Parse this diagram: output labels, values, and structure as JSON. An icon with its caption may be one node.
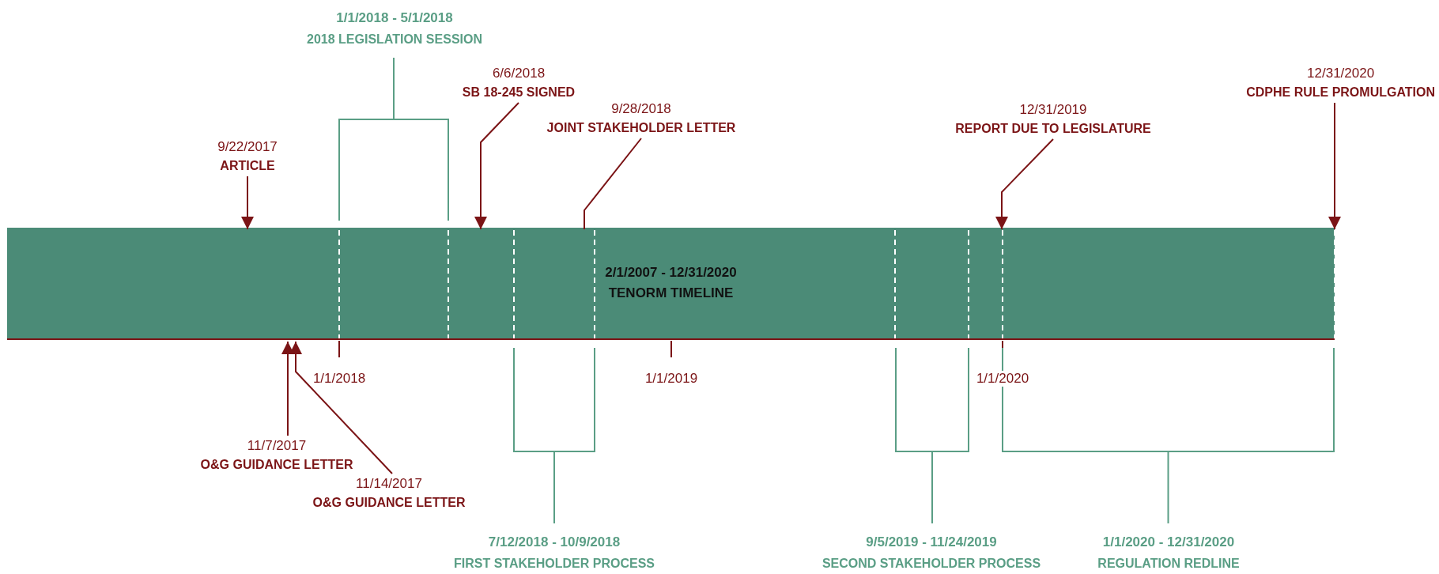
{
  "diagram": {
    "nodes": [
      {
        "text": [
          "2/1/2007 - 12/31/2020",
          "TENORM TIMELINE"
        ]
      },
      {
        "text": [
          "9/22/2017",
          "ARTICLE"
        ]
      },
      {
        "text": [
          "6/6/2018",
          "SB 18-245 SIGNED"
        ]
      },
      {
        "text": [
          "9/28/2018",
          "JOINT STAKEHOLDER LETTER"
        ]
      },
      {
        "text": [
          "12/31/2019",
          "REPORT DUE TO LEGISLATURE"
        ]
      },
      {
        "text": [
          "12/31/2020",
          "CDPHE RULE PROMULGATION"
        ]
      },
      {
        "text": [
          "11/7/2017",
          "O&G GUIDANCE LETTER"
        ]
      },
      {
        "text": [
          "11/14/2017",
          "O&G GUIDANCE LETTER"
        ]
      }
    ],
    "edges": [
      {
        "from": 1,
        "to": 0,
        "arrow": "to"
      },
      {
        "from": 2,
        "to": 0,
        "arrow": "to"
      },
      {
        "from": 3,
        "to": 0,
        "arrow": "none"
      },
      {
        "from": 4,
        "to": 0,
        "arrow": "to"
      },
      {
        "from": 5,
        "to": 0,
        "arrow": "to"
      },
      {
        "from": 6,
        "to": 0,
        "arrow": "to"
      },
      {
        "from": 7,
        "to": 0,
        "arrow": "to"
      }
    ],
    "labels": [
      "1/1/2018 - 5/1/2018",
      "2018 LEGISLATION SESSION",
      "1/1/2018",
      "1/1/2019",
      "1/1/2020",
      "7/12/2018 - 10/9/2018",
      "FIRST STAKEHOLDER PROCESS",
      "9/5/2019 - 11/24/2019",
      "SECOND STAKEHOLDER PROCESS",
      "1/1/2020 - 12/31/2020",
      "REGULATION REDLINE"
    ]
  }
}
